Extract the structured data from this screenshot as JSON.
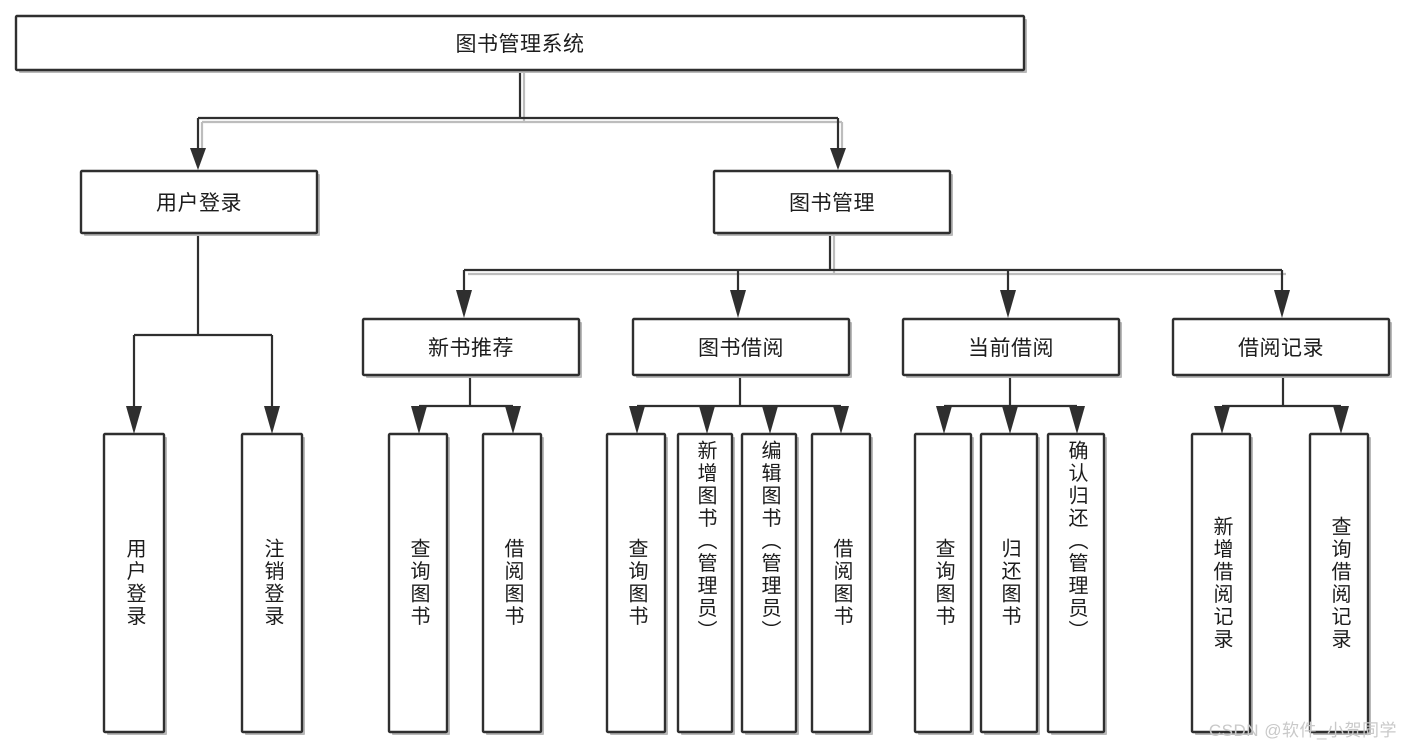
{
  "diagram": {
    "type": "tree-hierarchy",
    "title": "图书管理系统",
    "watermark": "CSDN @软件_小贺同学",
    "colors": {
      "box_stroke": "#2f2f2f",
      "box_fill": "#ffffff",
      "connector": "#2f2f2f",
      "shadow": "#bdbdbd",
      "text": "#1c1c1c",
      "watermark": "#c9c9c9",
      "background": "#ffffff"
    },
    "levels": [
      {
        "level": 1,
        "nodes": [
          {
            "id": "root",
            "label": "图书管理系统",
            "orientation": "horizontal"
          }
        ]
      },
      {
        "level": 2,
        "nodes": [
          {
            "id": "user-login",
            "label": "用户登录",
            "orientation": "horizontal",
            "parent": "root"
          },
          {
            "id": "book-manage",
            "label": "图书管理",
            "orientation": "horizontal",
            "parent": "root"
          }
        ]
      },
      {
        "level": 3,
        "nodes": [
          {
            "id": "new-book-rec",
            "label": "新书推荐",
            "orientation": "horizontal",
            "parent": "book-manage"
          },
          {
            "id": "book-borrow",
            "label": "图书借阅",
            "orientation": "horizontal",
            "parent": "book-manage"
          },
          {
            "id": "current-borrow",
            "label": "当前借阅",
            "orientation": "horizontal",
            "parent": "book-manage"
          },
          {
            "id": "borrow-record",
            "label": "借阅记录",
            "orientation": "horizontal",
            "parent": "book-manage"
          }
        ]
      },
      {
        "level": 4,
        "nodes": [
          {
            "id": "leaf-user-login",
            "label": "用户登录",
            "orientation": "vertical",
            "parent": "user-login"
          },
          {
            "id": "leaf-logout",
            "label": "注销登录",
            "orientation": "vertical",
            "parent": "user-login"
          },
          {
            "id": "leaf-query-book-1",
            "label": "查询图书",
            "orientation": "vertical",
            "parent": "new-book-rec"
          },
          {
            "id": "leaf-borrow-book-1",
            "label": "借阅图书",
            "orientation": "vertical",
            "parent": "new-book-rec"
          },
          {
            "id": "leaf-query-book-2",
            "label": "查询图书",
            "orientation": "vertical",
            "parent": "book-borrow"
          },
          {
            "id": "leaf-add-book",
            "label": "新增图书（管理员）",
            "orientation": "vertical",
            "parent": "book-borrow"
          },
          {
            "id": "leaf-edit-book",
            "label": "编辑图书（管理员）",
            "orientation": "vertical",
            "parent": "book-borrow"
          },
          {
            "id": "leaf-borrow-book-2",
            "label": "借阅图书",
            "orientation": "vertical",
            "parent": "book-borrow"
          },
          {
            "id": "leaf-query-book-3",
            "label": "查询图书",
            "orientation": "vertical",
            "parent": "current-borrow"
          },
          {
            "id": "leaf-return-book",
            "label": "归还图书",
            "orientation": "vertical",
            "parent": "current-borrow"
          },
          {
            "id": "leaf-confirm-return",
            "label": "确认归还（管理员）",
            "orientation": "vertical",
            "parent": "current-borrow"
          },
          {
            "id": "leaf-add-record",
            "label": "新增借阅记录",
            "orientation": "vertical",
            "parent": "borrow-record"
          },
          {
            "id": "leaf-query-record",
            "label": "查询借阅记录",
            "orientation": "vertical",
            "parent": "borrow-record"
          }
        ]
      }
    ]
  }
}
